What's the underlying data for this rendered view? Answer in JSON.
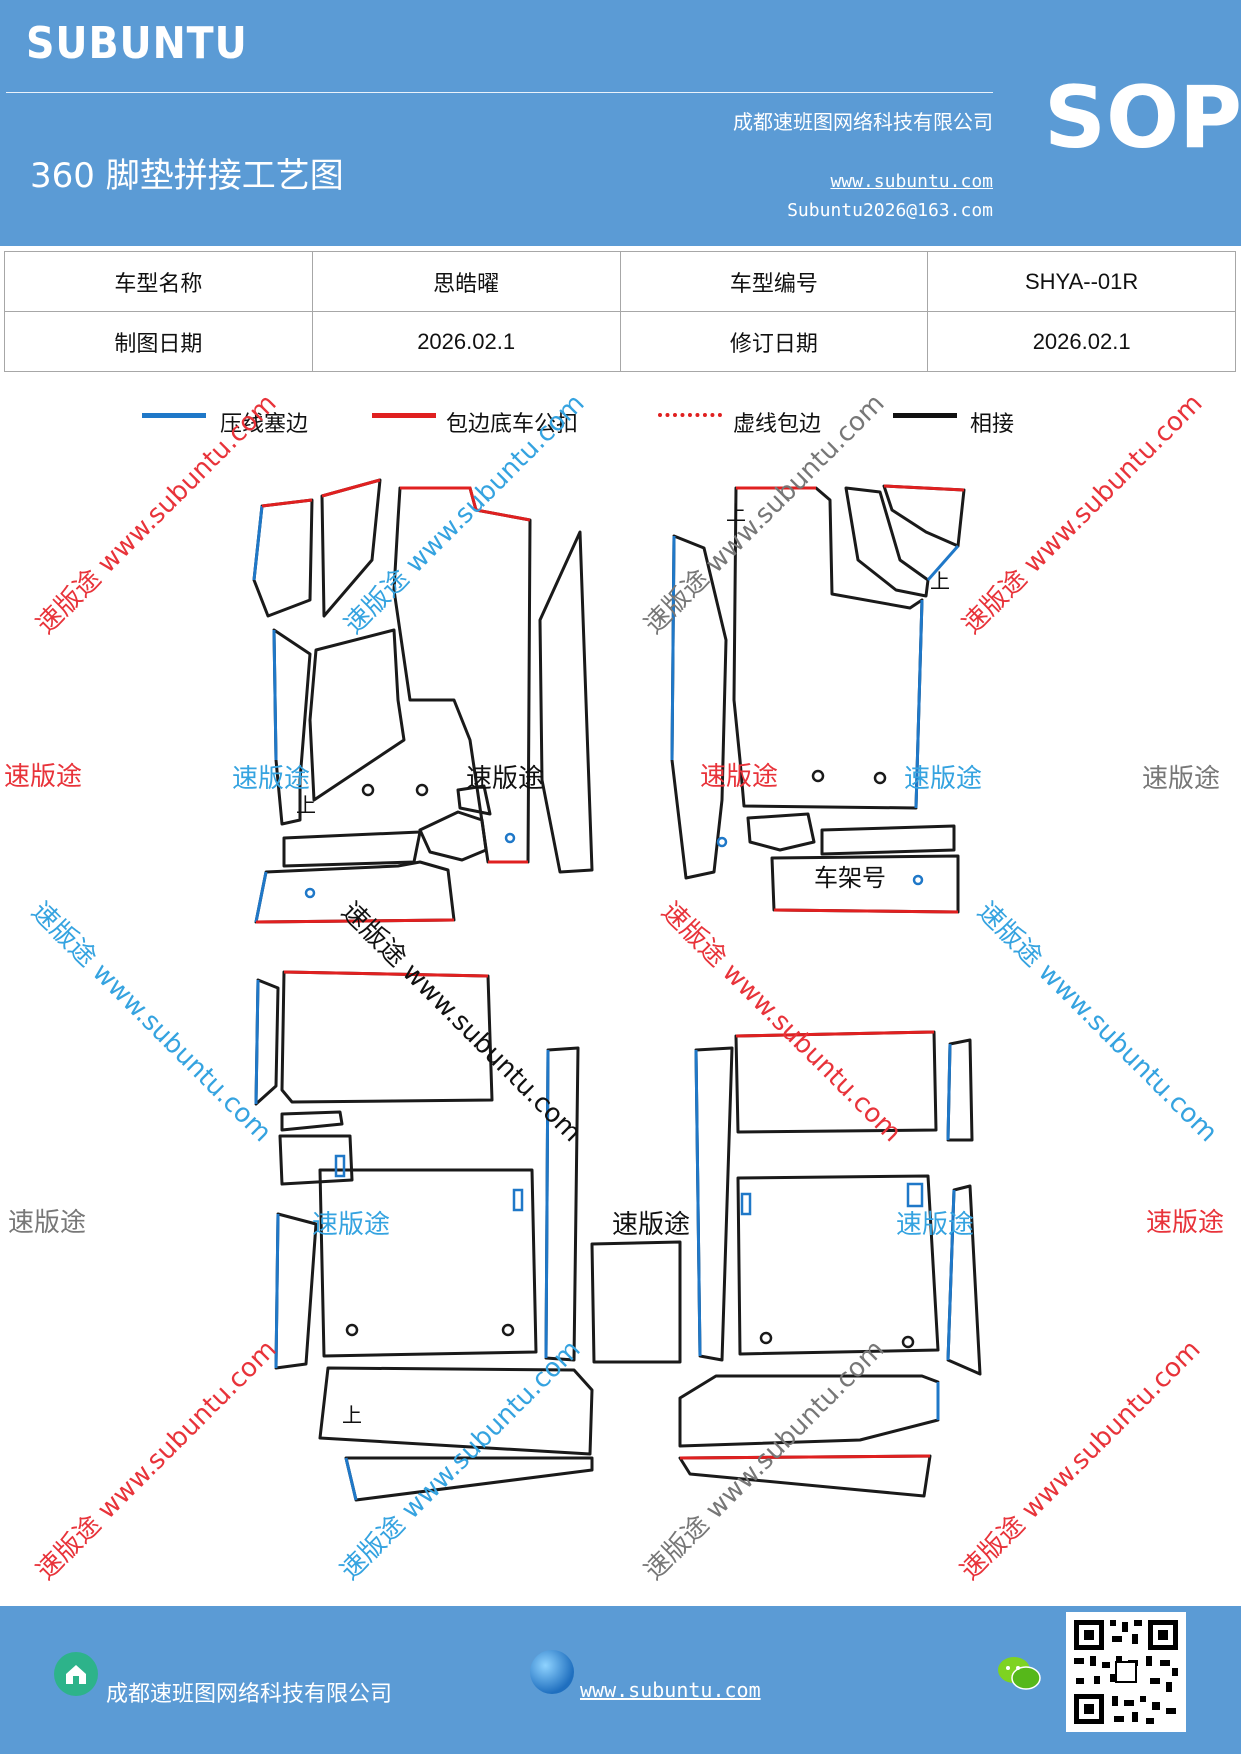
{
  "header": {
    "logo": "SUBUNTU",
    "company": "成都速班图网络科技有限公司",
    "doc_title": "360 脚垫拼接工艺图",
    "website": "www.subuntu.com",
    "email": "Subuntu2026@163.com",
    "sop": "SOP"
  },
  "info": {
    "model_name_label": "车型名称",
    "model_name_value": "思皓曜",
    "model_code_label": "车型编号",
    "model_code_value": "SHYA--01R",
    "draw_date_label": "制图日期",
    "draw_date_value": "2026.02.1",
    "revise_date_label": "修订日期",
    "revise_date_value": "2026.02.1"
  },
  "legend": {
    "items": [
      {
        "label": "压线塞边",
        "color": "#1f78c8",
        "style": "solid"
      },
      {
        "label": "包边底车公扣",
        "color": "#e02020",
        "style": "solid"
      },
      {
        "label": "虚线包边",
        "color": "#e02020",
        "style": "dotted"
      },
      {
        "label": "相接",
        "color": "#111111",
        "style": "solid"
      }
    ]
  },
  "diagram": {
    "marks": {
      "up": "上",
      "frame_number": "车架号"
    },
    "stroke_colors": {
      "outline": "#1a1a1a",
      "press_line": "#1f78c8",
      "wrap_edge": "#e02020"
    }
  },
  "watermarks": {
    "brand": "速版途",
    "url": "www.subuntu.com",
    "diag": "速版途 www.subuntu.com",
    "colors": {
      "red": "#e8333a",
      "blue": "#35a3e0",
      "gray": "#777777"
    }
  },
  "footer": {
    "company": "成都速班图网络科技有限公司",
    "website": "www.subuntu.com"
  }
}
